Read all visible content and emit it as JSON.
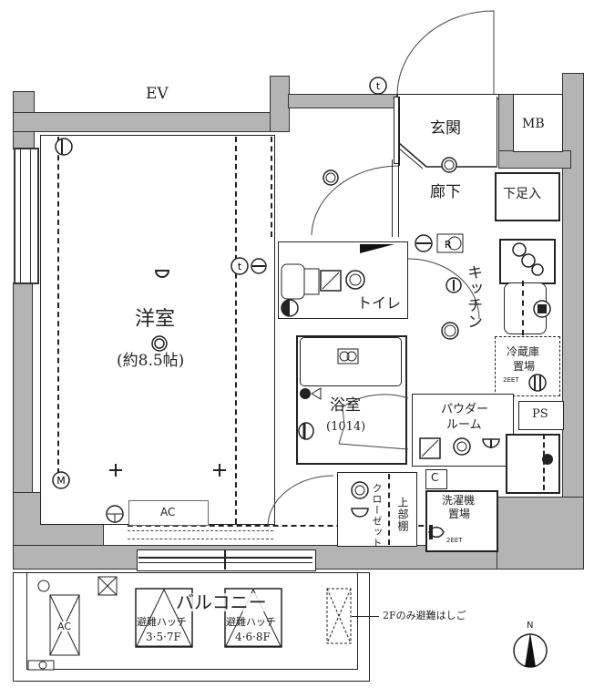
{
  "floorplan": {
    "labels": {
      "ev": "EV",
      "entrance": "玄関",
      "mb": "MB",
      "hallway": "廊下",
      "shoe_box": "下足入",
      "western_room": "洋室",
      "western_room_size": "(約8.5帖)",
      "toilet": "トイレ",
      "kitchen": "キッチン",
      "fridge_space_1": "冷蔵庫",
      "fridge_space_2": "置場",
      "bathroom": "浴室",
      "bathroom_size": "(1014)",
      "powder_room_1": "パウダー",
      "powder_room_2": "ルーム",
      "ps": "PS",
      "c_mark": "C",
      "closet": "クローゼット",
      "upper_shelf": "上部棚",
      "washer_1": "洗濯機",
      "washer_2": "置場",
      "ac_indoor": "AC",
      "balcony": "バルコニー",
      "hatch_a_title": "避難ハッチ",
      "hatch_a_floors": "3·5·7F",
      "hatch_b_title": "避難ハッチ",
      "hatch_b_floors": "4·6·8F",
      "ac_outdoor": "AC",
      "ladder_note": "2Fのみ避難はしご",
      "compass_n": "N",
      "t_mark": "t",
      "m_mark": "M",
      "eet": "2EET"
    }
  }
}
